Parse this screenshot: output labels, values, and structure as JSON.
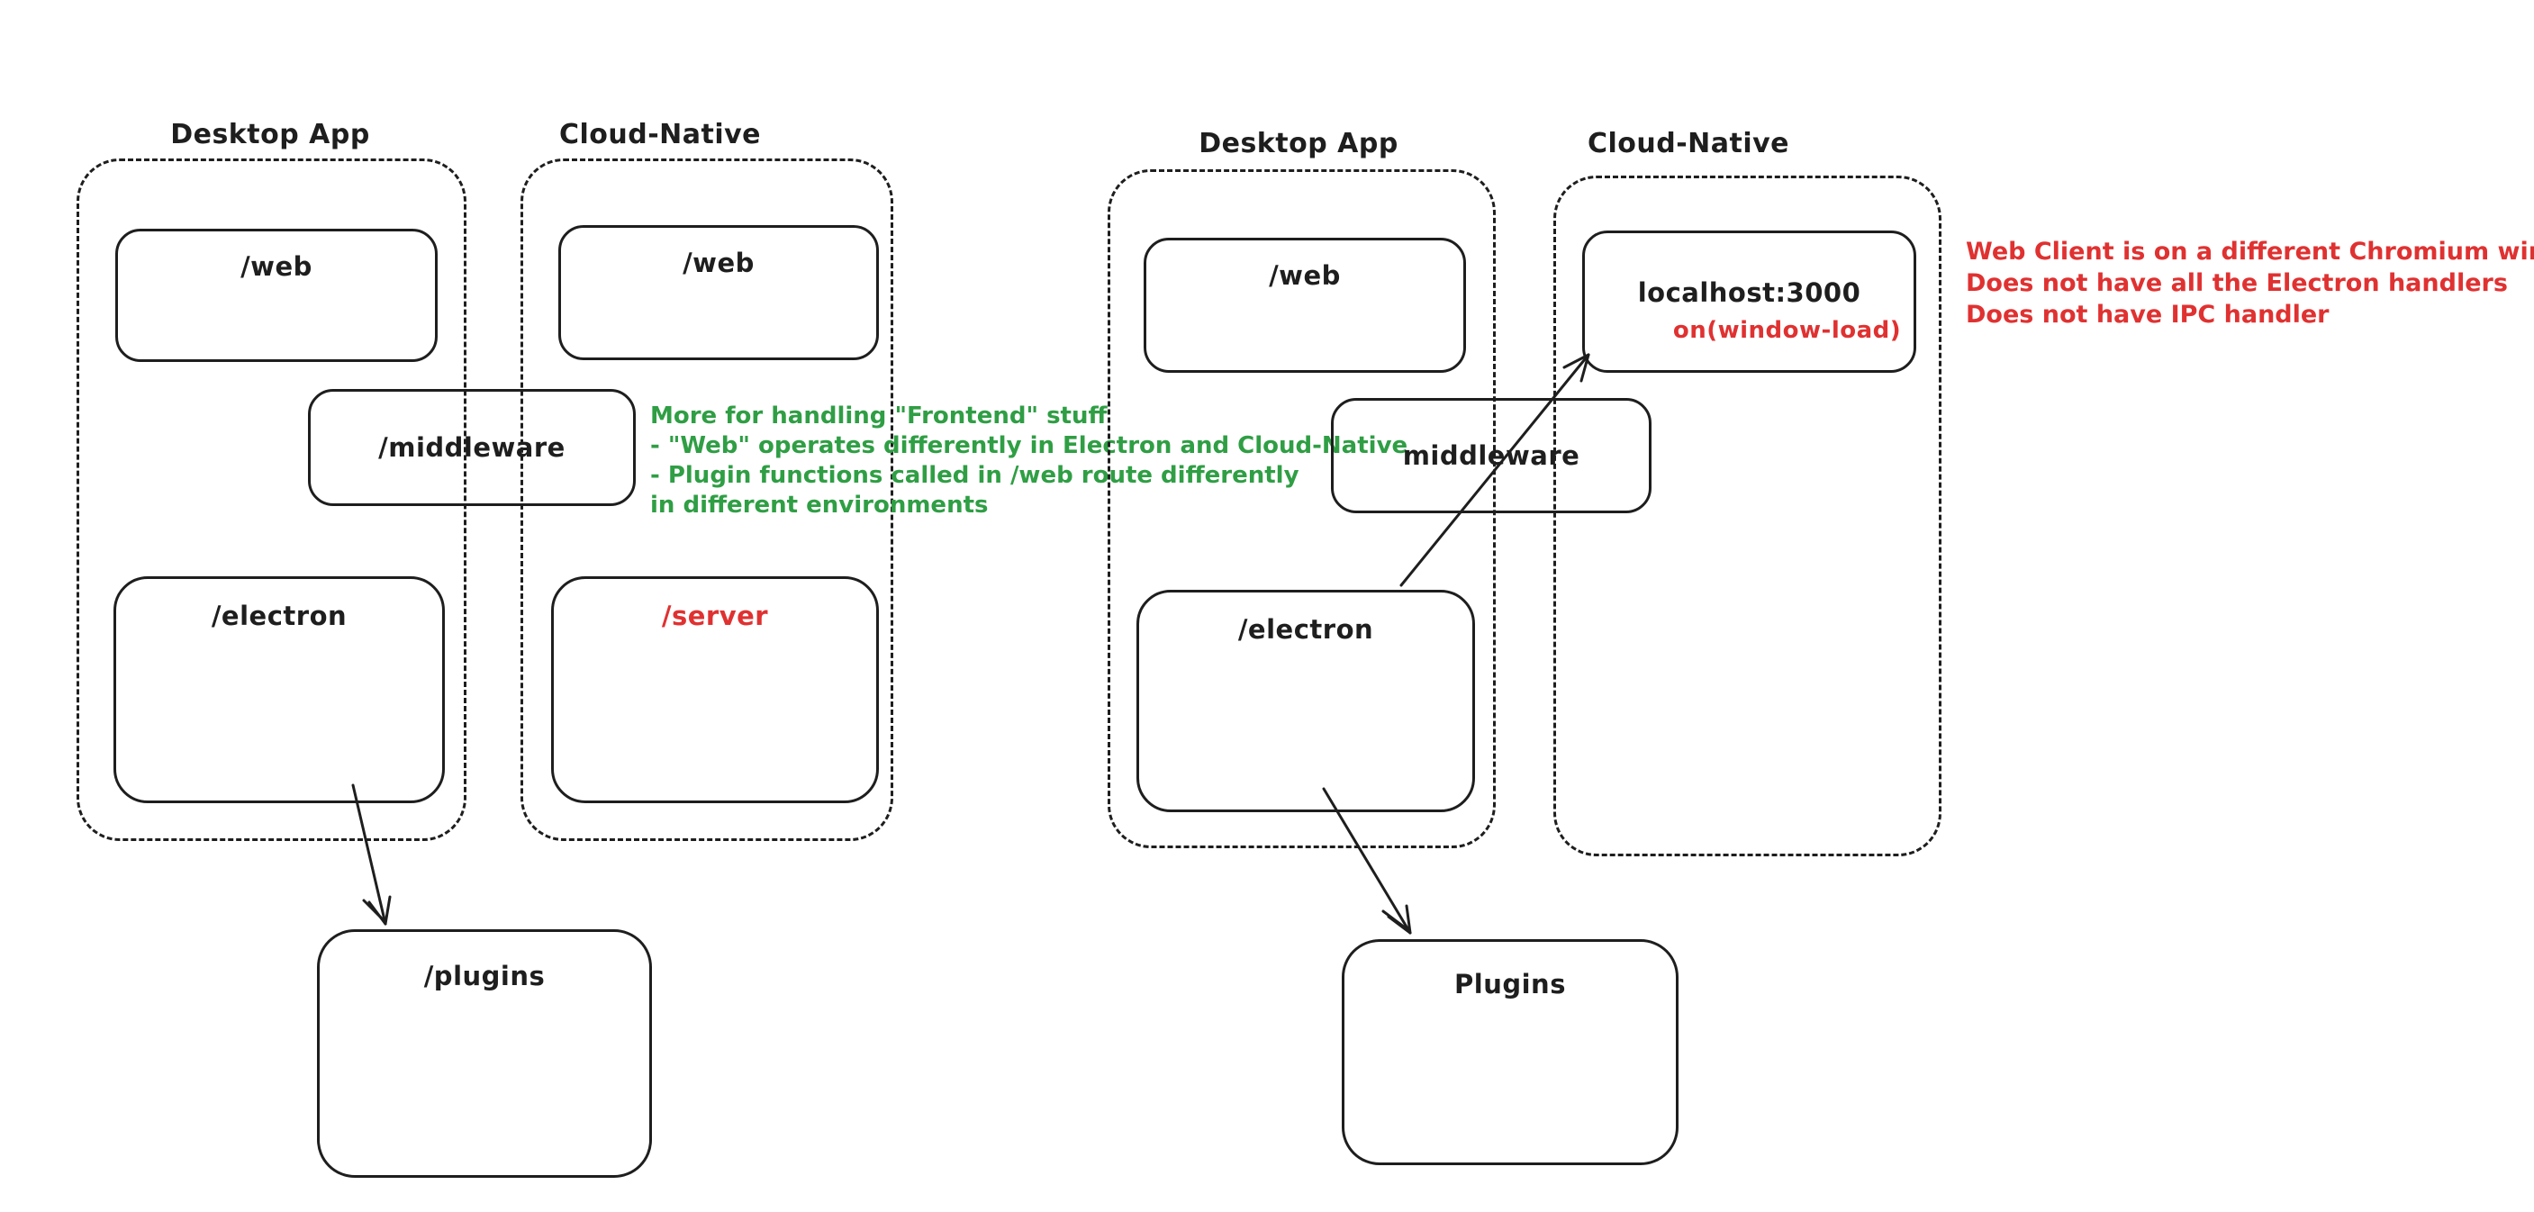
{
  "palette": {
    "ink": "#1e1e1e",
    "red": "#e03131",
    "green": "#2f9e44",
    "background": "#ffffff"
  },
  "left": {
    "desktop_title": "Desktop App",
    "cloud_title": "Cloud-Native",
    "web_desktop": "/web",
    "web_cloud": "/web",
    "middleware": "/middleware",
    "electron": "/electron",
    "server": "/server",
    "plugins": "/plugins",
    "note_line1": "More for handling \"Frontend\" stuff",
    "note_line2": "- \"Web\" operates differently in Electron and Cloud-Native",
    "note_line3": "- Plugin functions called in /web route differently",
    "note_line4": "in different environments"
  },
  "right": {
    "desktop_title": "Desktop App",
    "cloud_title": "Cloud-Native",
    "web": "/web",
    "middleware": "middleware",
    "localhost": "localhost:3000",
    "window_load": "on(window-load)",
    "electron": "/electron",
    "plugins": "Plugins",
    "note_line1": "Web Client is on a different Chromium window",
    "note_line2": "Does not have all the Electron handlers",
    "note_line3": "Does not have IPC handler"
  }
}
